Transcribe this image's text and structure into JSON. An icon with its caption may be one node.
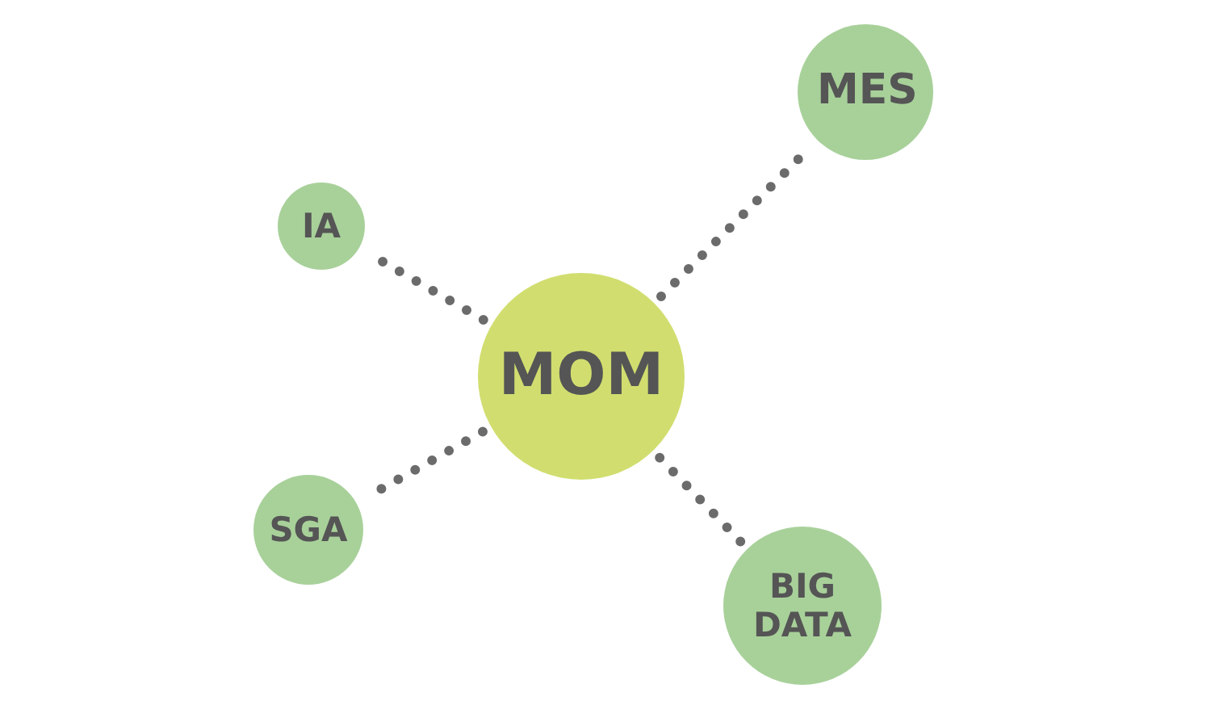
{
  "diagram": {
    "nodes": [
      {
        "text": [
          "MES"
        ]
      },
      {
        "text": [
          "IA"
        ]
      },
      {
        "text": [
          "MOM"
        ]
      },
      {
        "text": [
          "SGA"
        ]
      },
      {
        "text": [
          "BIG DATA"
        ]
      }
    ],
    "edges": [
      {
        "from": 2,
        "to": 0,
        "arrow": "none",
        "style": "dashed"
      },
      {
        "from": 2,
        "to": 1,
        "arrow": "none",
        "style": "dashed"
      },
      {
        "from": 2,
        "to": 3,
        "arrow": "none",
        "style": "dashed"
      },
      {
        "from": 2,
        "to": 4,
        "arrow": "none",
        "style": "dashed"
      }
    ]
  }
}
